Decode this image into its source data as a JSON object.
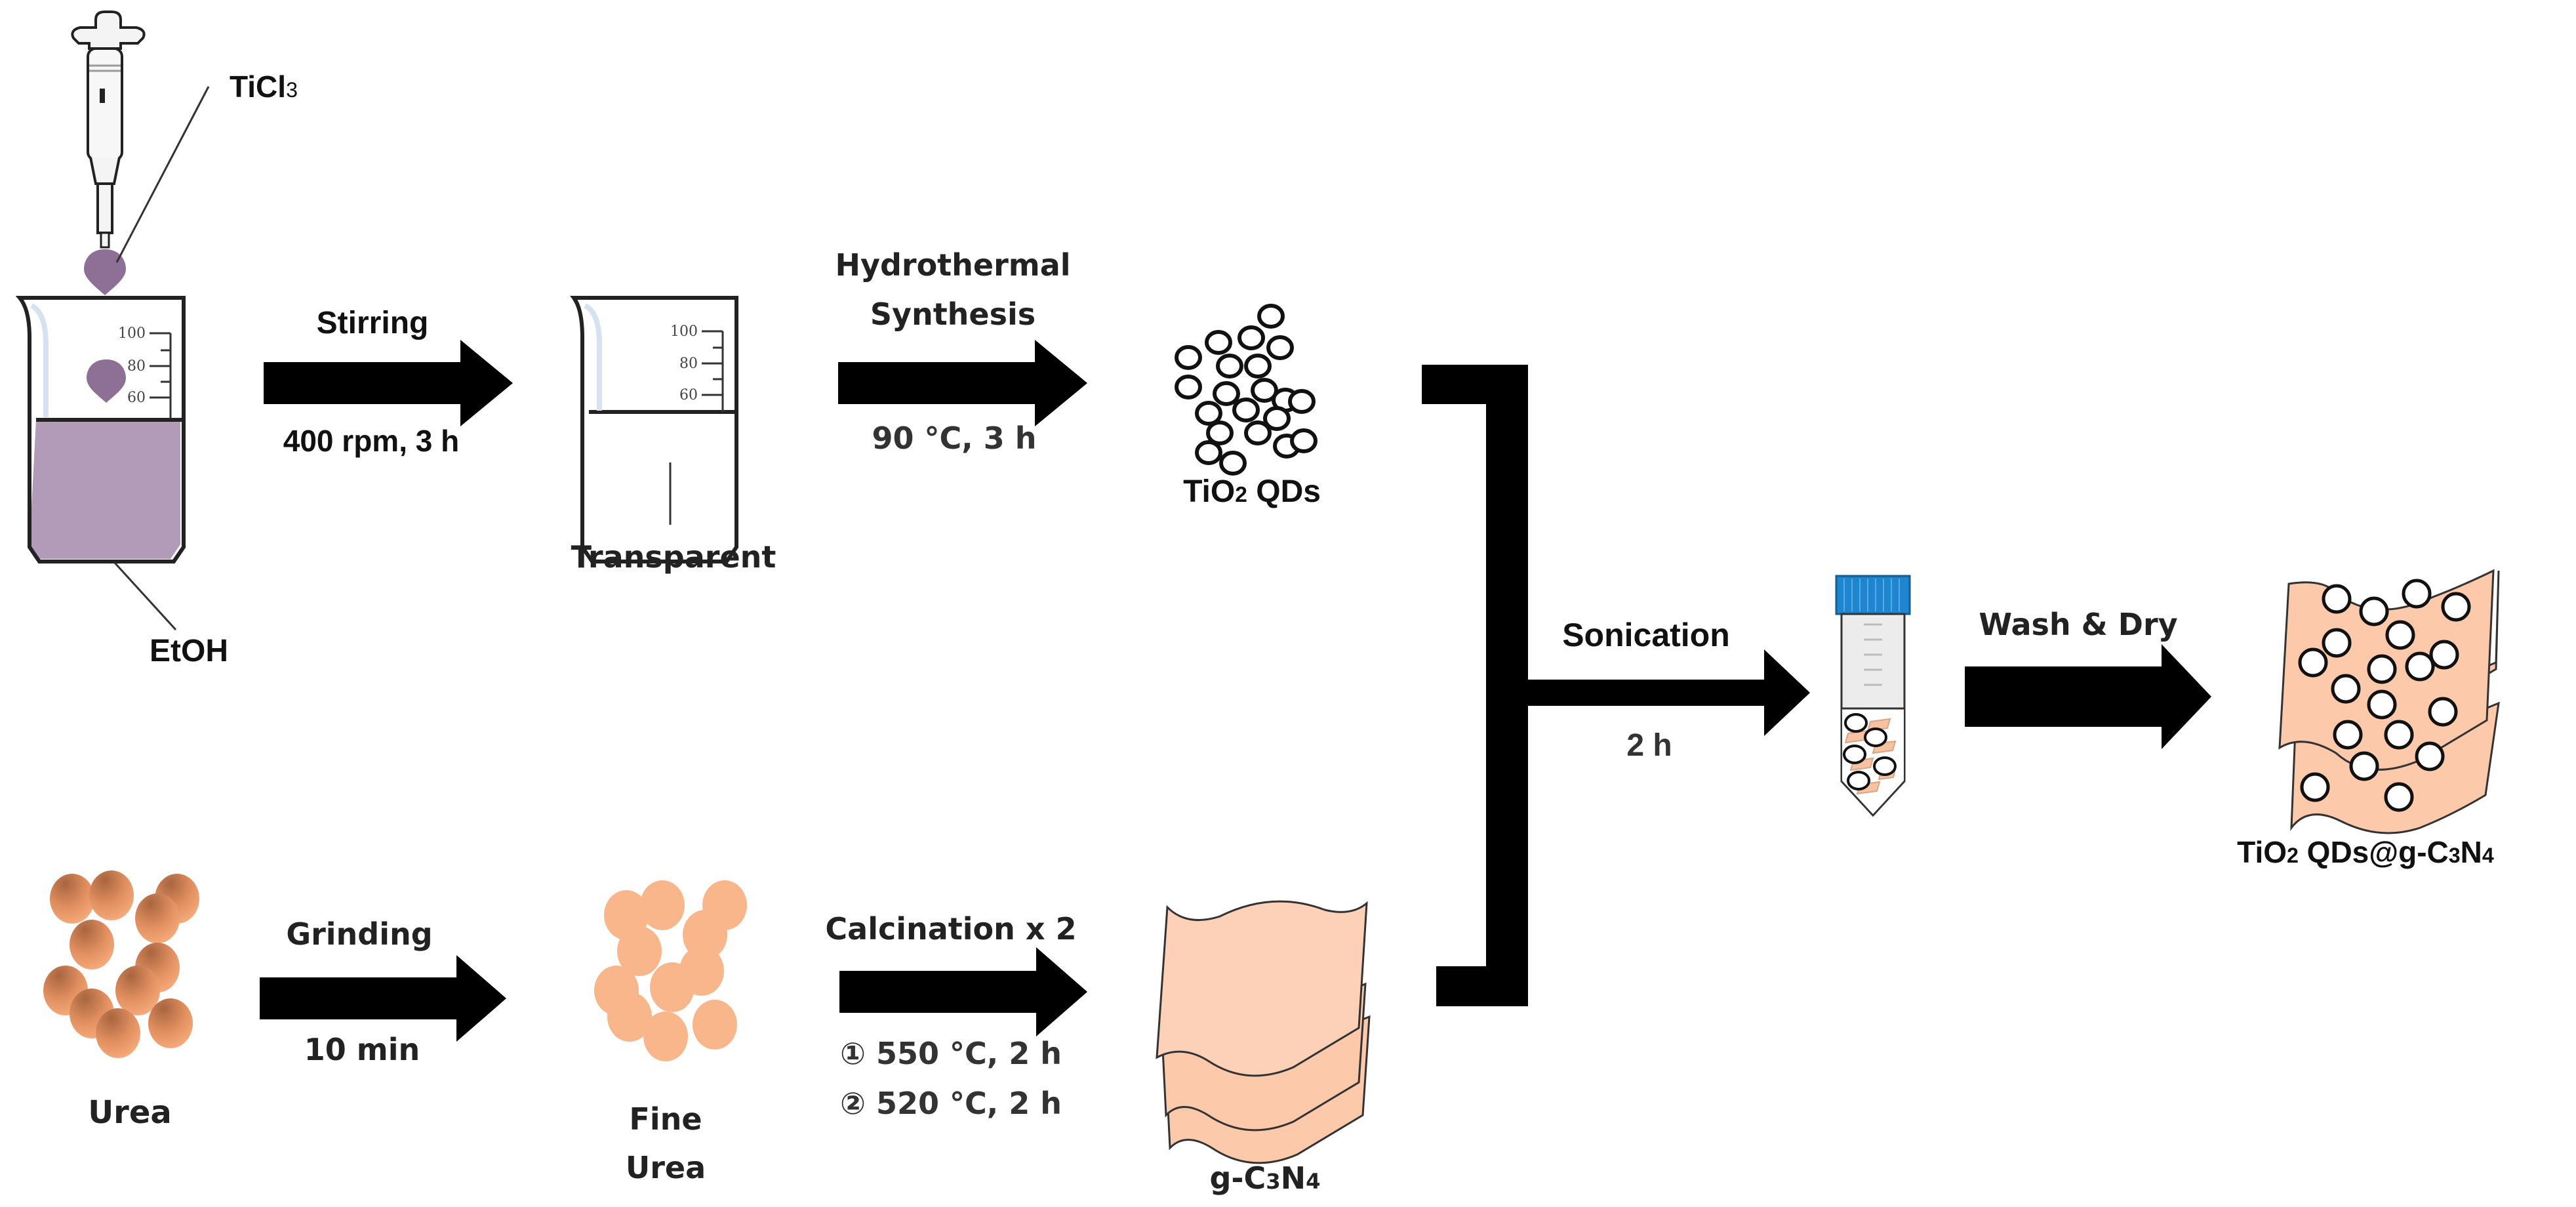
{
  "diagram": {
    "title": "Synthesis scheme of TiO2 QDs@g-C3N4",
    "colors": {
      "arrow": "#000000",
      "ticl3_drop": "#8e6f96",
      "etoh_solution": "#b19bb8",
      "urea_dark": "#b56f47",
      "urea_light": "#f5a878",
      "fine_urea": "#f9b68b",
      "sheet_fill": "#fcc9ab",
      "tube_cap": "#1e86d0",
      "tube_body": "#e6e6e6"
    },
    "top_row": {
      "reagent_label": "TiCl",
      "reagent_sub": "3",
      "solvent_label": "EtOH",
      "beaker_ticks": [
        "100",
        "80",
        "60"
      ],
      "step1": {
        "label": "Stirring",
        "condition": "400 rpm, 3 h"
      },
      "intermediate_label": "Transparent",
      "step2": {
        "label_line1": "Hydrothermal",
        "label_line2": "Synthesis",
        "condition": "90 °C, 3 h"
      },
      "product": {
        "label_main": "TiO",
        "label_sub": "2",
        "label_rest": " QDs"
      }
    },
    "bottom_row": {
      "start_label": "Urea",
      "step1": {
        "label": "Grinding",
        "condition": "10 min"
      },
      "intermediate_line1": "Fine",
      "intermediate_line2": "Urea",
      "step2": {
        "label": "Calcination x 2",
        "conditions": [
          "① 550 °C, 2 h",
          "② 520 °C, 2 h"
        ]
      },
      "product": {
        "prefix": "g-C",
        "sub1": "3",
        "mid": "N",
        "sub2": "4"
      }
    },
    "merge": {
      "step": {
        "label": "Sonication",
        "condition": "2 h"
      },
      "wash_step": {
        "label": "Wash & Dry"
      },
      "final_product": {
        "p1": "TiO",
        "s1": "2",
        "p2": " QDs@g-C",
        "s2": "3",
        "p3": "N",
        "s3": "4"
      }
    }
  }
}
